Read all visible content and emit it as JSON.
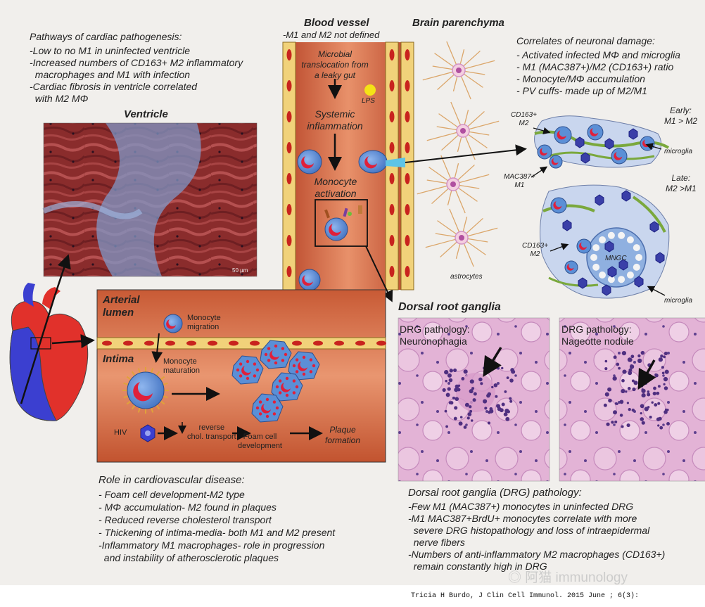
{
  "cardiac_pathways": {
    "title": "Pathways of cardiac pathogenesis:",
    "lines": [
      "-Low to no M1 in uninfected ventricle",
      "-Increased numbers of CD163+ M2 inflammatory",
      "  macrophages and M1 with infection",
      "-Cardiac fibrosis in ventricle correlated",
      "  with M2 MΦ"
    ],
    "ventricle_label": "Ventricle",
    "scale_label": "50 µm"
  },
  "blood_vessel": {
    "title": "Blood vessel",
    "subtitle": "-M1 and M2 not defined",
    "step1": [
      "Microbial",
      "translocation from",
      "a leaky gut"
    ],
    "lps_label": "LPS",
    "step2": [
      "Systemic",
      "inflammation"
    ],
    "step3": [
      "Monocyte",
      "activation"
    ]
  },
  "brain": {
    "title": "Brain parenchyma",
    "astrocytes_label": "astrocytes",
    "correlates_title": "Correlates of neuronal damage:",
    "correlates": [
      "- Activated infected MΦ and microglia",
      "- M1 (MAC387+)/M2 (CD163+) ratio",
      "- Monocyte/MΦ accumulation",
      "- PV cuffs- made up of M2/M1"
    ],
    "early_label": [
      "Early:",
      "M1 > M2"
    ],
    "late_label": [
      "Late:",
      "M2 >M1"
    ],
    "cd163_m2_label": [
      "CD163+",
      "M2"
    ],
    "mac387_m1_label": [
      "MAC387+",
      "M1"
    ],
    "microglia_label": "microglia",
    "mngc_label": "MNGC"
  },
  "artery": {
    "lumen_label": [
      "Arterial",
      "lumen"
    ],
    "intima_label": "Intima",
    "monocyte_migration": [
      "Monocyte",
      "migration"
    ],
    "monocyte_maturation": [
      "Monocyte",
      "maturation"
    ],
    "hiv_label": "HIV",
    "reverse_transport": [
      "reverse",
      "chol. transport"
    ],
    "foam_cell": [
      "Foam cell",
      "development"
    ],
    "plaque": [
      "Plaque",
      "formation"
    ]
  },
  "cardiovascular": {
    "title": "Role in cardiovascular disease:",
    "lines": [
      "- Foam cell development-M2 type",
      "- MΦ accumulation- M2 found in plaques",
      "- Reduced reverse cholesterol transport",
      "- Thickening of intima-media- both M1 and M2 present",
      "-Inflammatory M1 macrophages- role in progression",
      "  and instability of atherosclerotic plaques"
    ]
  },
  "drg": {
    "title": "Dorsal root ganglia",
    "photo1_label": [
      "DRG pathology:",
      "Neuronophagia"
    ],
    "photo2_label": [
      "DRG pathology:",
      "Nageotte nodule"
    ],
    "pathology_title": "Dorsal root ganglia (DRG) pathology:",
    "pathology_lines": [
      "-Few M1 (MAC387+) monocytes in uninfected DRG",
      "-M1 MAC387+BrdU+ monocytes correlate with more",
      "  severe DRG histopathology and loss of intraepidermal",
      "  nerve fibers",
      "-Numbers of anti-inflammatory M2 macrophages (CD163+)",
      "  remain constantly high in DRG"
    ]
  },
  "watermark": "◎ 阿猫 immunology",
  "citation": "Tricia H Burdo, J Clin Cell Immunol. 2015 June ; 6(3):",
  "colors": {
    "vessel_fill": "#d8724e",
    "vessel_wall": "#f1d27a",
    "monocyte_blue": "#5b8fd6",
    "nucleus_red": "#e0203a",
    "microglia_green": "#7aa83c",
    "astrocyte_pink": "#d291c4",
    "heart_red": "#e1312b",
    "heart_blue": "#3b3fd0"
  }
}
